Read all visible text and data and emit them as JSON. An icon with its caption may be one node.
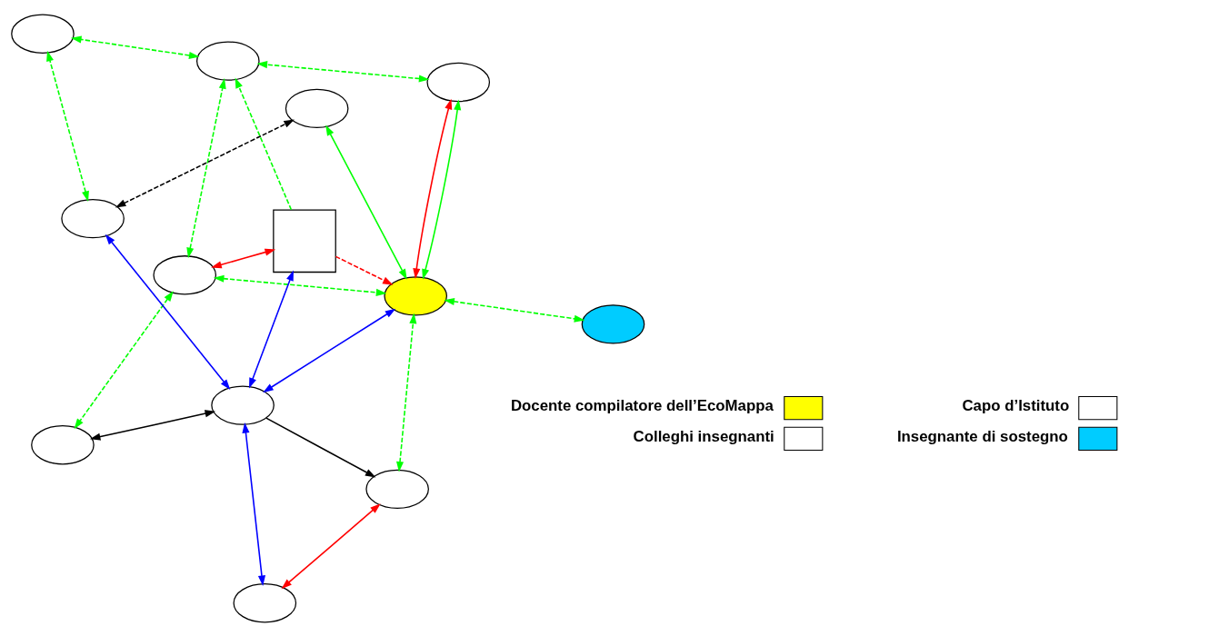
{
  "diagram": {
    "nodes": [
      {
        "text": [],
        "shape": "box"
      },
      {
        "text": [],
        "shape": "ellipse"
      },
      {
        "text": [],
        "shape": "ellipse"
      },
      {
        "text": [],
        "shape": "ellipse"
      },
      {
        "text": [],
        "shape": "ellipse"
      },
      {
        "text": [],
        "shape": "ellipse"
      },
      {
        "text": [],
        "shape": "ellipse"
      },
      {
        "text": [],
        "shape": "ellipse"
      },
      {
        "text": [],
        "shape": "ellipse"
      },
      {
        "text": [],
        "shape": "ellipse"
      },
      {
        "text": [],
        "shape": "ellipse"
      },
      {
        "text": [],
        "shape": "ellipse"
      },
      {
        "text": [],
        "shape": "ellipse"
      }
    ],
    "edges": [
      {
        "from": 1,
        "to": 0,
        "arrow": "both",
        "color": "#ff0000"
      },
      {
        "from": 1,
        "to": 3,
        "arrow": "both",
        "style": "dashed",
        "color": "#00ff00"
      },
      {
        "from": 5,
        "to": 0,
        "arrow": "both",
        "color": "#0000ff"
      },
      {
        "from": 5,
        "to": 2,
        "arrow": "both",
        "color": "#0000ff"
      },
      {
        "from": 5,
        "to": 3,
        "arrow": "both",
        "color": "#000000"
      },
      {
        "from": 5,
        "to": 7,
        "arrow": "both",
        "color": "#0000ff"
      },
      {
        "from": 5,
        "to": 9,
        "arrow": "to",
        "color": "#000000"
      },
      {
        "from": 5,
        "to": 10,
        "arrow": "both",
        "color": "#0000ff"
      },
      {
        "from": 7,
        "to": 9,
        "arrow": "both",
        "color": "#ff0000"
      },
      {
        "from": 9,
        "to": 10,
        "arrow": "both",
        "style": "dashed",
        "color": "#00ff00"
      },
      {
        "from": 10,
        "to": 11,
        "arrow": "both",
        "color": "#ff0000"
      },
      {
        "from": 10,
        "to": 11,
        "arrow": "both",
        "color": "#00ff00"
      },
      {
        "from": 11,
        "to": 12,
        "arrow": "both",
        "style": "dashed",
        "color": "#00ff00"
      },
      {
        "from": 12,
        "to": 8,
        "arrow": "both",
        "style": "dashed",
        "color": "#00ff00"
      },
      {
        "from": 1,
        "to": 10,
        "arrow": "both",
        "style": "dashed",
        "color": "#00ff00"
      },
      {
        "from": 0,
        "to": 10,
        "arrow": "to",
        "style": "dashed",
        "color": "#ff0000"
      },
      {
        "from": 1,
        "to": 12,
        "arrow": "both",
        "style": "dashed",
        "color": "#00ff00"
      },
      {
        "from": 0,
        "to": 12,
        "arrow": "to",
        "style": "dashed",
        "color": "#00ff00"
      },
      {
        "from": 10,
        "to": 4,
        "arrow": "both",
        "color": "#00ff00"
      },
      {
        "from": 10,
        "to": 6,
        "arrow": "both",
        "style": "dashed",
        "color": "#00ff00"
      },
      {
        "from": 2,
        "to": 8,
        "arrow": "both",
        "style": "dashed",
        "color": "#00ff00"
      },
      {
        "from": 2,
        "to": 4,
        "arrow": "both",
        "style": "dashed",
        "color": "#000000"
      }
    ],
    "legend": [
      {
        "text": "Docente compilatore dell’EcoMappa",
        "color": "#ffff00"
      },
      {
        "text": "Capo d’Istituto",
        "color": "#ffffff"
      },
      {
        "text": "Colleghi insegnanti",
        "color": "#ffffff"
      },
      {
        "text": "Insegnante di sostegno",
        "color": "#00ccff"
      }
    ]
  }
}
